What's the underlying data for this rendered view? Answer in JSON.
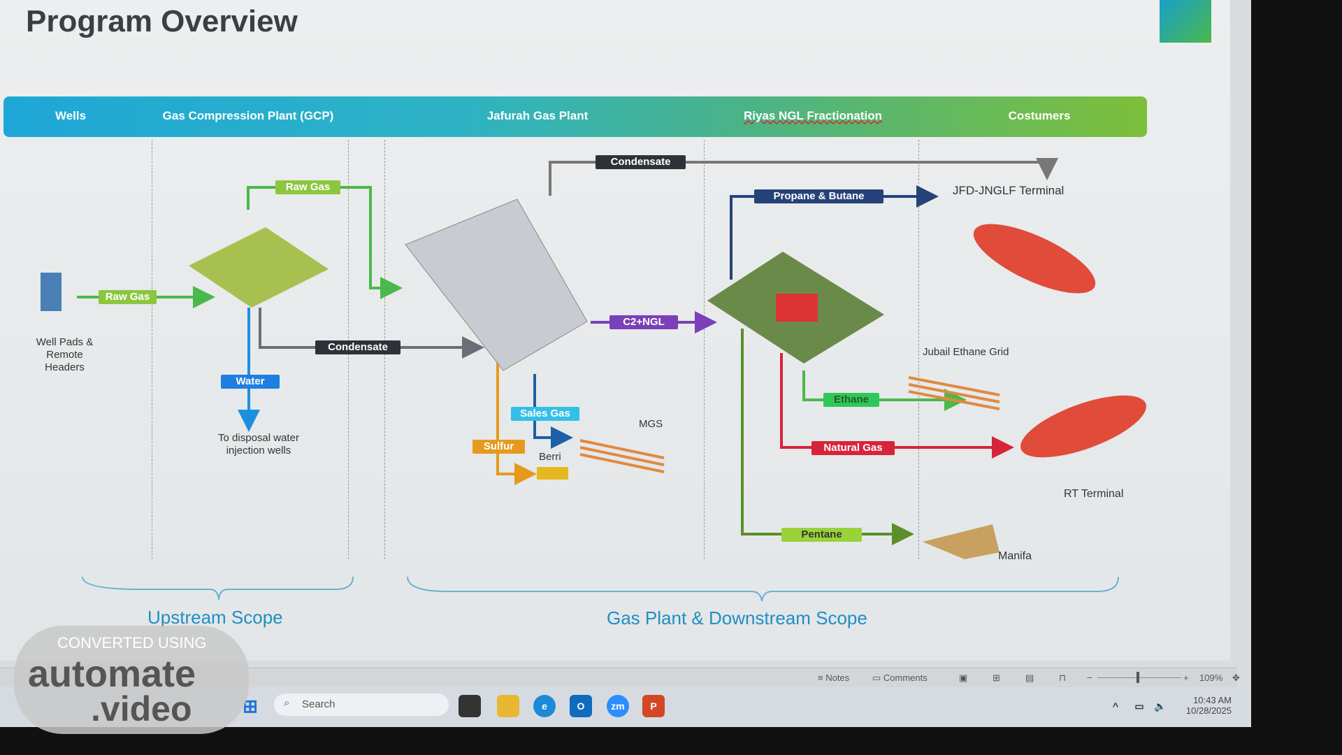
{
  "slide": {
    "title": "Program Overview",
    "band": [
      "Wells",
      "Gas Compression Plant (GCP)",
      "Jafurah Gas Plant",
      "Riyas NGL Fractionation",
      "Costumers"
    ],
    "tags": {
      "raw_gas_wells": "Raw Gas",
      "raw_gas_top": "Raw Gas",
      "condensate_gcp": "Condensate",
      "water": "Water",
      "condensate_top": "Condensate",
      "propane_butane": "Propane & Butane",
      "c2_ngl": "C2+NGL",
      "sales_gas": "Sales Gas",
      "sulfur": "Sulfur",
      "ethane": "Ethane",
      "natural_gas": "Natural Gas",
      "pentane": "Pentane"
    },
    "labels": {
      "well_pads": "Well Pads & Remote Headers",
      "disposal": "To disposal water injection wells",
      "berri": "Berri",
      "mgs": "MGS",
      "jfd": "JFD-JNGLF Terminal",
      "jubail": "Jubail Ethane Grid",
      "rt": "RT Terminal",
      "manifa": "Manifa"
    },
    "scopes": {
      "upstream": "Upstream Scope",
      "downstream": "Gas Plant & Downstream Scope"
    },
    "colors": {
      "green": "#4bb84b",
      "dark": "#3a3f48",
      "blue": "#1d8fe0",
      "navy": "#26427a",
      "purple": "#7b3fb8",
      "cyan": "#33bfe6",
      "orange": "#e59a1e",
      "red": "#d6243a",
      "lime": "#8cc63f"
    }
  },
  "statusbar": {
    "notes": "Notes",
    "comments": "Comments",
    "zoom": "109%"
  },
  "taskbar": {
    "search_placeholder": "Search",
    "time": "10:43 AM",
    "date": "10/28/2025"
  },
  "watermark": {
    "line1": "CONVERTED USING",
    "line2": "automate",
    "line3": ".video"
  }
}
